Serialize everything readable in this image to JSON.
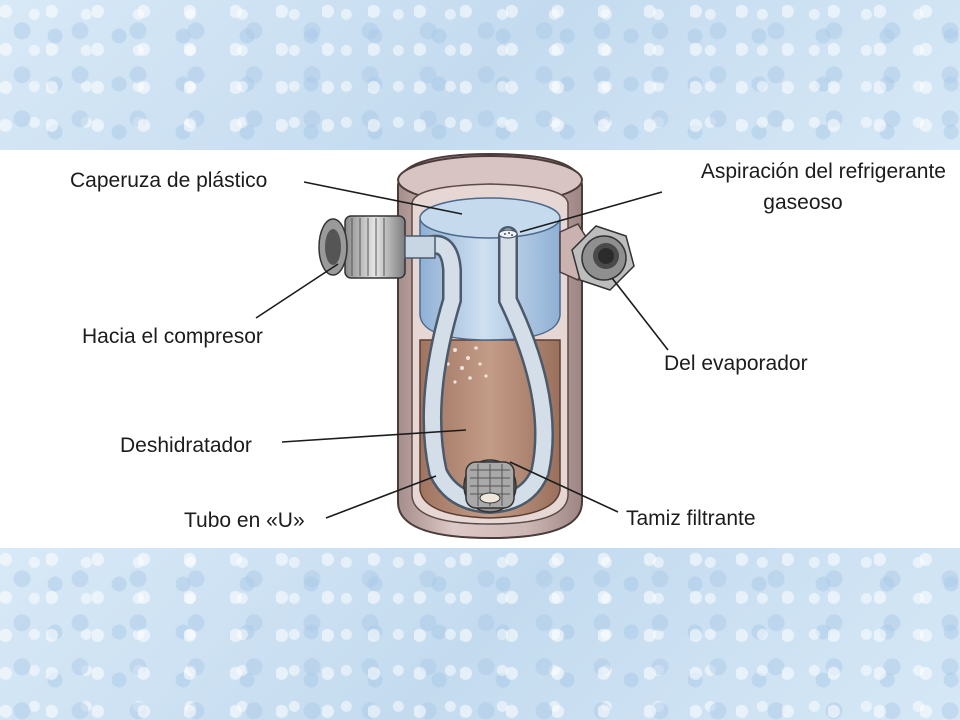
{
  "labels": {
    "caperuza": "Caperuza de plástico",
    "aspiracion_line1": "Aspiración del refrigerante",
    "aspiracion_line2": "gaseoso",
    "compresor": "Hacia el compresor",
    "evaporador": "Del evaporador",
    "deshidratador": "Deshidratador",
    "tubo_u": "Tubo en «U»",
    "tamiz": "Tamiz filtrante"
  },
  "colors": {
    "background": "#cfe3f4",
    "panel": "#ffffff",
    "housing": "#c9b2b0",
    "cap": "#b9cfe6",
    "desiccant": "#b88e79",
    "tube": "#c8d6e4",
    "text": "#1c1c1c"
  }
}
